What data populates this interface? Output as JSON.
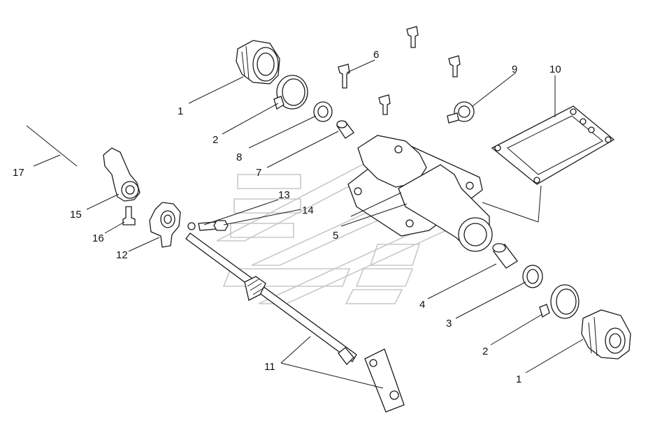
{
  "diagram": {
    "callouts": [
      "1",
      "2",
      "3",
      "4",
      "5",
      "6",
      "7",
      "8",
      "9",
      "10",
      "11",
      "12",
      "13",
      "14",
      "15",
      "16",
      "17",
      "1",
      "2"
    ]
  }
}
